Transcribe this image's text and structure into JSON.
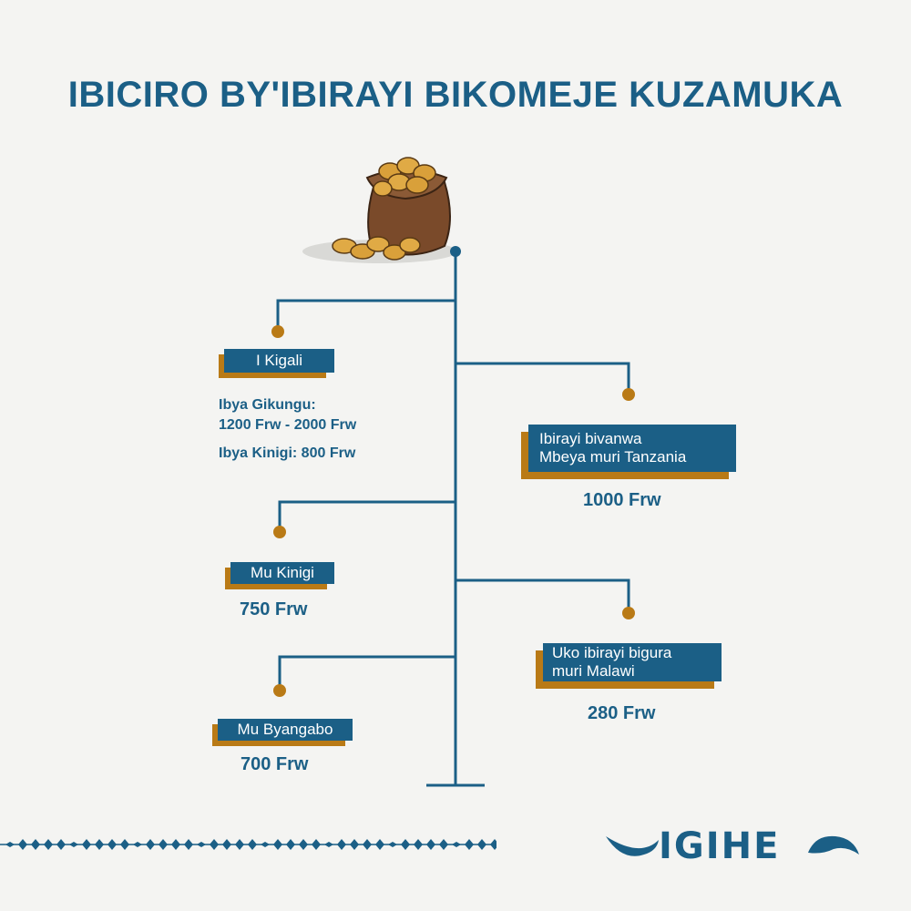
{
  "title": "IBICIRO BY'IBIRAYI BIKOMEJE KUZAMUKA",
  "illustration": "potato-sack-icon",
  "colors": {
    "primary": "#1b5f86",
    "accent": "#b97a16",
    "background": "#f4f4f2"
  },
  "nodes": {
    "kigali": {
      "label": "I Kigali",
      "gikungu_label": "Ibya Gikungu:",
      "gikungu_price": "1200 Frw - 2000 Frw",
      "kinigi_note": "Ibya Kinigi: 800 Frw"
    },
    "tanzania": {
      "label_line1": "Ibirayi bivanwa",
      "label_line2": "Mbeya muri Tanzania",
      "price": "1000 Frw"
    },
    "kinigi": {
      "label": "Mu Kinigi",
      "price": "750 Frw"
    },
    "malawi": {
      "label_line1": "Uko ibirayi bigura",
      "label_line2": "muri Malawi",
      "price": "280 Frw"
    },
    "byangabo": {
      "label": "Mu Byangabo",
      "price": "700 Frw"
    }
  },
  "logo": {
    "text": "IGIHE"
  }
}
